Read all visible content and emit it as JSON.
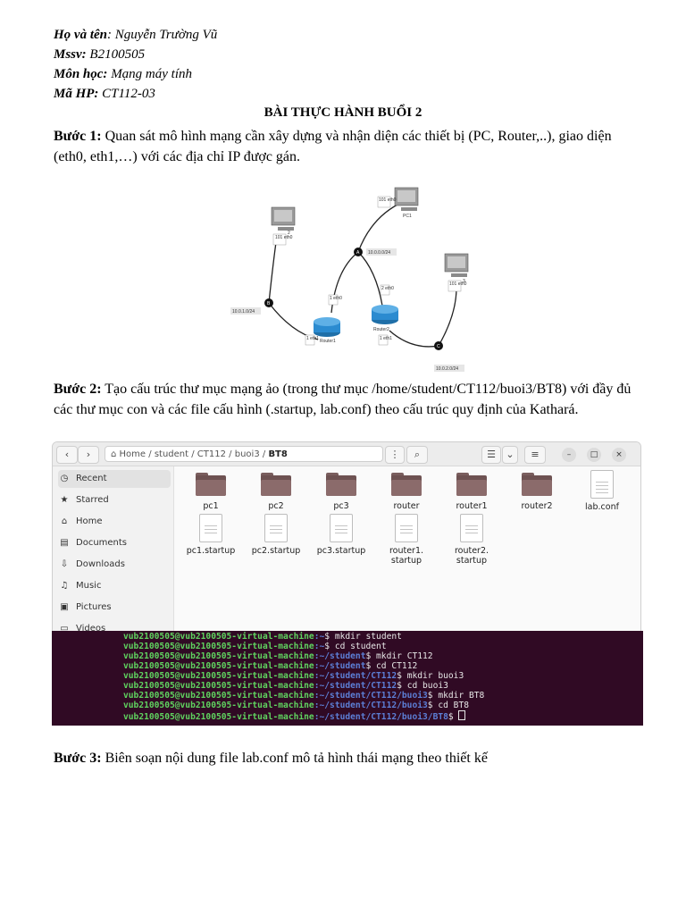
{
  "header": {
    "name_label": "Họ và tên",
    "name_value": ": Nguyễn Trường Vũ",
    "mssv_label": "Mssv:",
    "mssv_value": " B2100505",
    "subject_label": "Môn học:",
    "subject_value": " Mạng máy tính",
    "code_label": "Mã HP:",
    "code_value": " CT112-03"
  },
  "title": "BÀI THỰC HÀNH BUỔI 2",
  "step1": {
    "label": "Bước 1:",
    "text": " Quan sát mô hình mạng cần xây dựng và nhận diện các thiết bị (PC, Router,..), giao diện (eth0, eth1,…) với các địa chỉ IP được gán."
  },
  "diagram": {
    "pc1": "PC1",
    "pc2_if": "101 eth0",
    "pc2_num": "2",
    "pc1_if": "101 eth0",
    "pc3_if": "101 eth0",
    "pc3_num": "3",
    "node_a": "A",
    "node_b": "B",
    "node_c": "C",
    "net_a": "10.0.0.0/24",
    "net_b": "10.0.1.0/24",
    "net_c": "10.0.2.0/24",
    "router1": "Router1",
    "router2": "Router2",
    "r1_eth0": "1 eth0",
    "r1_eth1": "1 eth1",
    "r2_eth0": "2 eth0",
    "r2_eth1": "1 eth1"
  },
  "step2": {
    "label": "Bước 2:",
    "text": " Tạo cấu trúc thư mục mạng ảo (trong thư mục /home/student/CT112/buoi3/BT8) với đầy đủ các thư mục con và các file cấu hình (.startup, lab.conf) theo cấu trúc quy định của Kathará."
  },
  "file_manager": {
    "back": "‹",
    "forward": "›",
    "path": [
      "Home",
      "student",
      "CT112",
      "buoi3"
    ],
    "path_current": "BT8",
    "menu_dots": "⋮",
    "search_icon": "⌕",
    "view_list": "☰",
    "view_toggle": "⌄",
    "menu": "≡",
    "minimize": "–",
    "maximize": "□",
    "close": "×",
    "sidebar": [
      {
        "label": "Recent",
        "icon": "◷"
      },
      {
        "label": "Starred",
        "icon": "★"
      },
      {
        "label": "Home",
        "icon": "⌂"
      },
      {
        "label": "Documents",
        "icon": "▤"
      },
      {
        "label": "Downloads",
        "icon": "⇩"
      },
      {
        "label": "Music",
        "icon": "♫"
      },
      {
        "label": "Pictures",
        "icon": "▣"
      },
      {
        "label": "Videos",
        "icon": "▭"
      }
    ],
    "folders": [
      "pc1",
      "pc2",
      "pc3",
      "router",
      "router1",
      "router2"
    ],
    "files_row1": [
      "lab.conf"
    ],
    "files_row2": [
      "pc1.startup",
      "pc2.startup",
      "pc3.startup",
      "router1.\nstartup",
      "router2.\nstartup"
    ]
  },
  "terminal": {
    "lines": [
      {
        "user": "vub2100505@vub2100505-virtual-machine",
        "path": ":~",
        "cmd": "$ mkdir student"
      },
      {
        "user": "vub2100505@vub2100505-virtual-machine",
        "path": ":~",
        "cmd": "$ cd student"
      },
      {
        "user": "vub2100505@vub2100505-virtual-machine",
        "path": ":~/student",
        "cmd": "$ mkdir CT112"
      },
      {
        "user": "vub2100505@vub2100505-virtual-machine",
        "path": ":~/student",
        "cmd": "$ cd CT112"
      },
      {
        "user": "vub2100505@vub2100505-virtual-machine",
        "path": ":~/student/CT112",
        "cmd": "$ mkdir buoi3"
      },
      {
        "user": "vub2100505@vub2100505-virtual-machine",
        "path": ":~/student/CT112",
        "cmd": "$ cd buoi3"
      },
      {
        "user": "vub2100505@vub2100505-virtual-machine",
        "path": ":~/student/CT112/buoi3",
        "cmd": "$ mkdir BT8"
      },
      {
        "user": "vub2100505@vub2100505-virtual-machine",
        "path": ":~/student/CT112/buoi3",
        "cmd": "$ cd BT8"
      },
      {
        "user": "vub2100505@vub2100505-virtual-machine",
        "path": ":~/student/CT112/buoi3/BT8",
        "cmd": "$ "
      }
    ]
  },
  "step3": {
    "label": "Bước 3:",
    "text": " Biên soạn nội dung file lab.conf mô tả hình thái mạng theo thiết kế"
  }
}
